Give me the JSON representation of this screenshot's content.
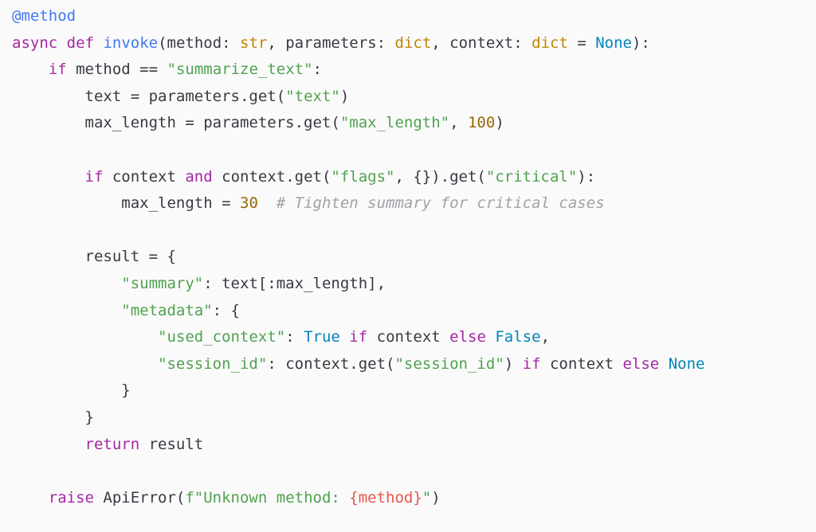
{
  "colors": {
    "background": "#fafafa",
    "plain": "#383a42",
    "keyword": "#a626a4",
    "function": "#4078f2",
    "type": "#c18401",
    "constant": "#0184bc",
    "string": "#50a14f",
    "number": "#986801",
    "comment": "#a0a1a7",
    "interpolation": "#e45649"
  },
  "lines": [
    {
      "indent": 0,
      "tokens": [
        {
          "t": "decorator",
          "v": "@method"
        }
      ]
    },
    {
      "indent": 0,
      "tokens": [
        {
          "t": "kw",
          "v": "async"
        },
        {
          "t": "p",
          "v": " "
        },
        {
          "t": "kw",
          "v": "def"
        },
        {
          "t": "p",
          "v": " "
        },
        {
          "t": "fn",
          "v": "invoke"
        },
        {
          "t": "p",
          "v": "(method: "
        },
        {
          "t": "type",
          "v": "str"
        },
        {
          "t": "p",
          "v": ", parameters: "
        },
        {
          "t": "type",
          "v": "dict"
        },
        {
          "t": "p",
          "v": ", context: "
        },
        {
          "t": "type",
          "v": "dict"
        },
        {
          "t": "p",
          "v": " = "
        },
        {
          "t": "const",
          "v": "None"
        },
        {
          "t": "p",
          "v": "):"
        }
      ]
    },
    {
      "indent": 4,
      "tokens": [
        {
          "t": "kw",
          "v": "if"
        },
        {
          "t": "p",
          "v": " method == "
        },
        {
          "t": "str",
          "v": "\"summarize_text\""
        },
        {
          "t": "p",
          "v": ":"
        }
      ]
    },
    {
      "indent": 8,
      "tokens": [
        {
          "t": "p",
          "v": "text = parameters.get("
        },
        {
          "t": "str",
          "v": "\"text\""
        },
        {
          "t": "p",
          "v": ")"
        }
      ]
    },
    {
      "indent": 8,
      "tokens": [
        {
          "t": "p",
          "v": "max_length = parameters.get("
        },
        {
          "t": "str",
          "v": "\"max_length\""
        },
        {
          "t": "p",
          "v": ", "
        },
        {
          "t": "num",
          "v": "100"
        },
        {
          "t": "p",
          "v": ")"
        }
      ]
    },
    {
      "indent": 0,
      "tokens": []
    },
    {
      "indent": 8,
      "tokens": [
        {
          "t": "kw",
          "v": "if"
        },
        {
          "t": "p",
          "v": " context "
        },
        {
          "t": "kw",
          "v": "and"
        },
        {
          "t": "p",
          "v": " context.get("
        },
        {
          "t": "str",
          "v": "\"flags\""
        },
        {
          "t": "p",
          "v": ", {}).get("
        },
        {
          "t": "str",
          "v": "\"critical\""
        },
        {
          "t": "p",
          "v": "):"
        }
      ]
    },
    {
      "indent": 12,
      "tokens": [
        {
          "t": "p",
          "v": "max_length = "
        },
        {
          "t": "num",
          "v": "30"
        },
        {
          "t": "p",
          "v": "  "
        },
        {
          "t": "comment",
          "v": "# Tighten summary for critical cases"
        }
      ]
    },
    {
      "indent": 0,
      "tokens": []
    },
    {
      "indent": 8,
      "tokens": [
        {
          "t": "p",
          "v": "result = {"
        }
      ]
    },
    {
      "indent": 12,
      "tokens": [
        {
          "t": "str",
          "v": "\"summary\""
        },
        {
          "t": "p",
          "v": ": text[:max_length],"
        }
      ]
    },
    {
      "indent": 12,
      "tokens": [
        {
          "t": "str",
          "v": "\"metadata\""
        },
        {
          "t": "p",
          "v": ": {"
        }
      ]
    },
    {
      "indent": 16,
      "tokens": [
        {
          "t": "str",
          "v": "\"used_context\""
        },
        {
          "t": "p",
          "v": ": "
        },
        {
          "t": "const",
          "v": "True"
        },
        {
          "t": "p",
          "v": " "
        },
        {
          "t": "kw",
          "v": "if"
        },
        {
          "t": "p",
          "v": " context "
        },
        {
          "t": "kw",
          "v": "else"
        },
        {
          "t": "p",
          "v": " "
        },
        {
          "t": "const",
          "v": "False"
        },
        {
          "t": "p",
          "v": ","
        }
      ]
    },
    {
      "indent": 16,
      "tokens": [
        {
          "t": "str",
          "v": "\"session_id\""
        },
        {
          "t": "p",
          "v": ": context.get("
        },
        {
          "t": "str",
          "v": "\"session_id\""
        },
        {
          "t": "p",
          "v": ") "
        },
        {
          "t": "kw",
          "v": "if"
        },
        {
          "t": "p",
          "v": " context "
        },
        {
          "t": "kw",
          "v": "else"
        },
        {
          "t": "p",
          "v": " "
        },
        {
          "t": "const",
          "v": "None"
        }
      ]
    },
    {
      "indent": 12,
      "tokens": [
        {
          "t": "p",
          "v": "}"
        }
      ]
    },
    {
      "indent": 8,
      "tokens": [
        {
          "t": "p",
          "v": "}"
        }
      ]
    },
    {
      "indent": 8,
      "tokens": [
        {
          "t": "kw",
          "v": "return"
        },
        {
          "t": "p",
          "v": " result"
        }
      ]
    },
    {
      "indent": 0,
      "tokens": []
    },
    {
      "indent": 4,
      "tokens": [
        {
          "t": "kw",
          "v": "raise"
        },
        {
          "t": "p",
          "v": " ApiError("
        },
        {
          "t": "str",
          "v": "f\"Unknown method: "
        },
        {
          "t": "interp",
          "v": "{method}"
        },
        {
          "t": "str",
          "v": "\""
        },
        {
          "t": "p",
          "v": ")"
        }
      ]
    }
  ]
}
